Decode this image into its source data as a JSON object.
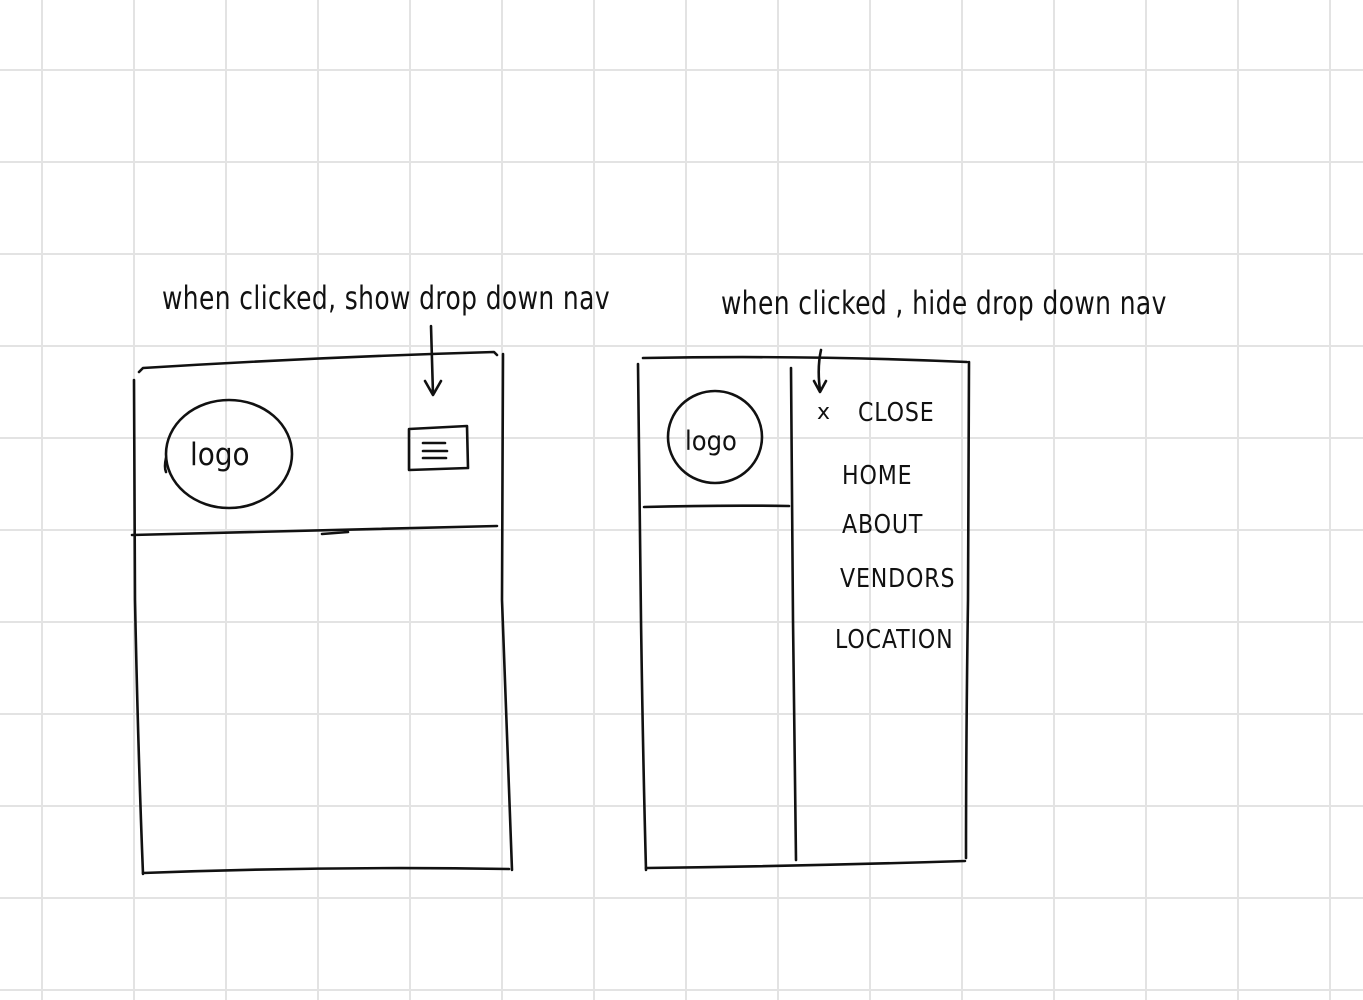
{
  "annotations": {
    "left": "when clicked, show  drop down nav",
    "right": "when clicked , hide drop down nav"
  },
  "mobile_closed": {
    "logo_label": "logo",
    "hamburger_icon": "hamburger-menu-icon"
  },
  "mobile_open": {
    "logo_label": "logo",
    "close_symbol": "x",
    "close_label": "CLOSE",
    "nav_items": [
      "HOME",
      "ABOUT",
      "VENDORS",
      "LOCATION"
    ]
  },
  "colors": {
    "ink": "#111111",
    "grid": "#e3e3e3",
    "paper": "#ffffff"
  }
}
